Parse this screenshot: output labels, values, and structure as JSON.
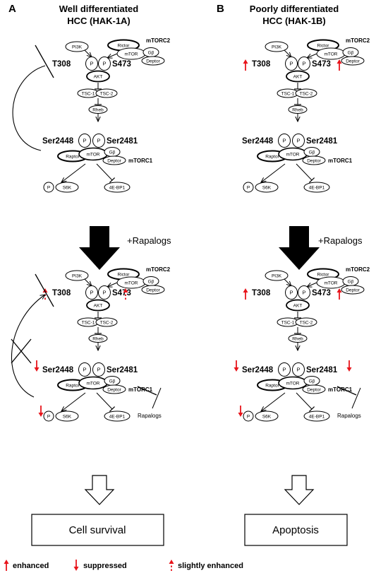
{
  "panel_a": {
    "letter": "A",
    "title_line1": "Well differentiated",
    "title_line2": "HCC (HAK-1A)",
    "outcome": "Cell survival"
  },
  "panel_b": {
    "letter": "B",
    "title_line1": "Poorly differentiated",
    "title_line2": "HCC (HAK-1B)",
    "outcome": "Apoptosis"
  },
  "labels": {
    "pi3k": "PI3K",
    "rictor": "Rictor",
    "mtor": "mTOR",
    "gb": "Gβ",
    "deptor": "Deptor",
    "mtorc2": "mTORC2",
    "mtorc1": "mTORC1",
    "akt": "AKT",
    "p": "P",
    "t308": "T308",
    "s473": "S473",
    "tsc1": "TSC-1",
    "tsc2": "TSC-2",
    "rheb": "Rheb",
    "ser2448": "Ser2448",
    "ser2481": "Ser2481",
    "raptor": "Raptor",
    "s6k": "S6K",
    "ebp1": "4E-BP1",
    "rapalogs_treatment": "+Rapalogs",
    "rapalogs": "Rapalogs"
  },
  "legend": {
    "enhanced": "enhanced",
    "suppressed": "suppressed",
    "slightly_enhanced": "slightly enhanced"
  },
  "colors": {
    "arrow_red": "#e8141b",
    "line": "#000000"
  }
}
